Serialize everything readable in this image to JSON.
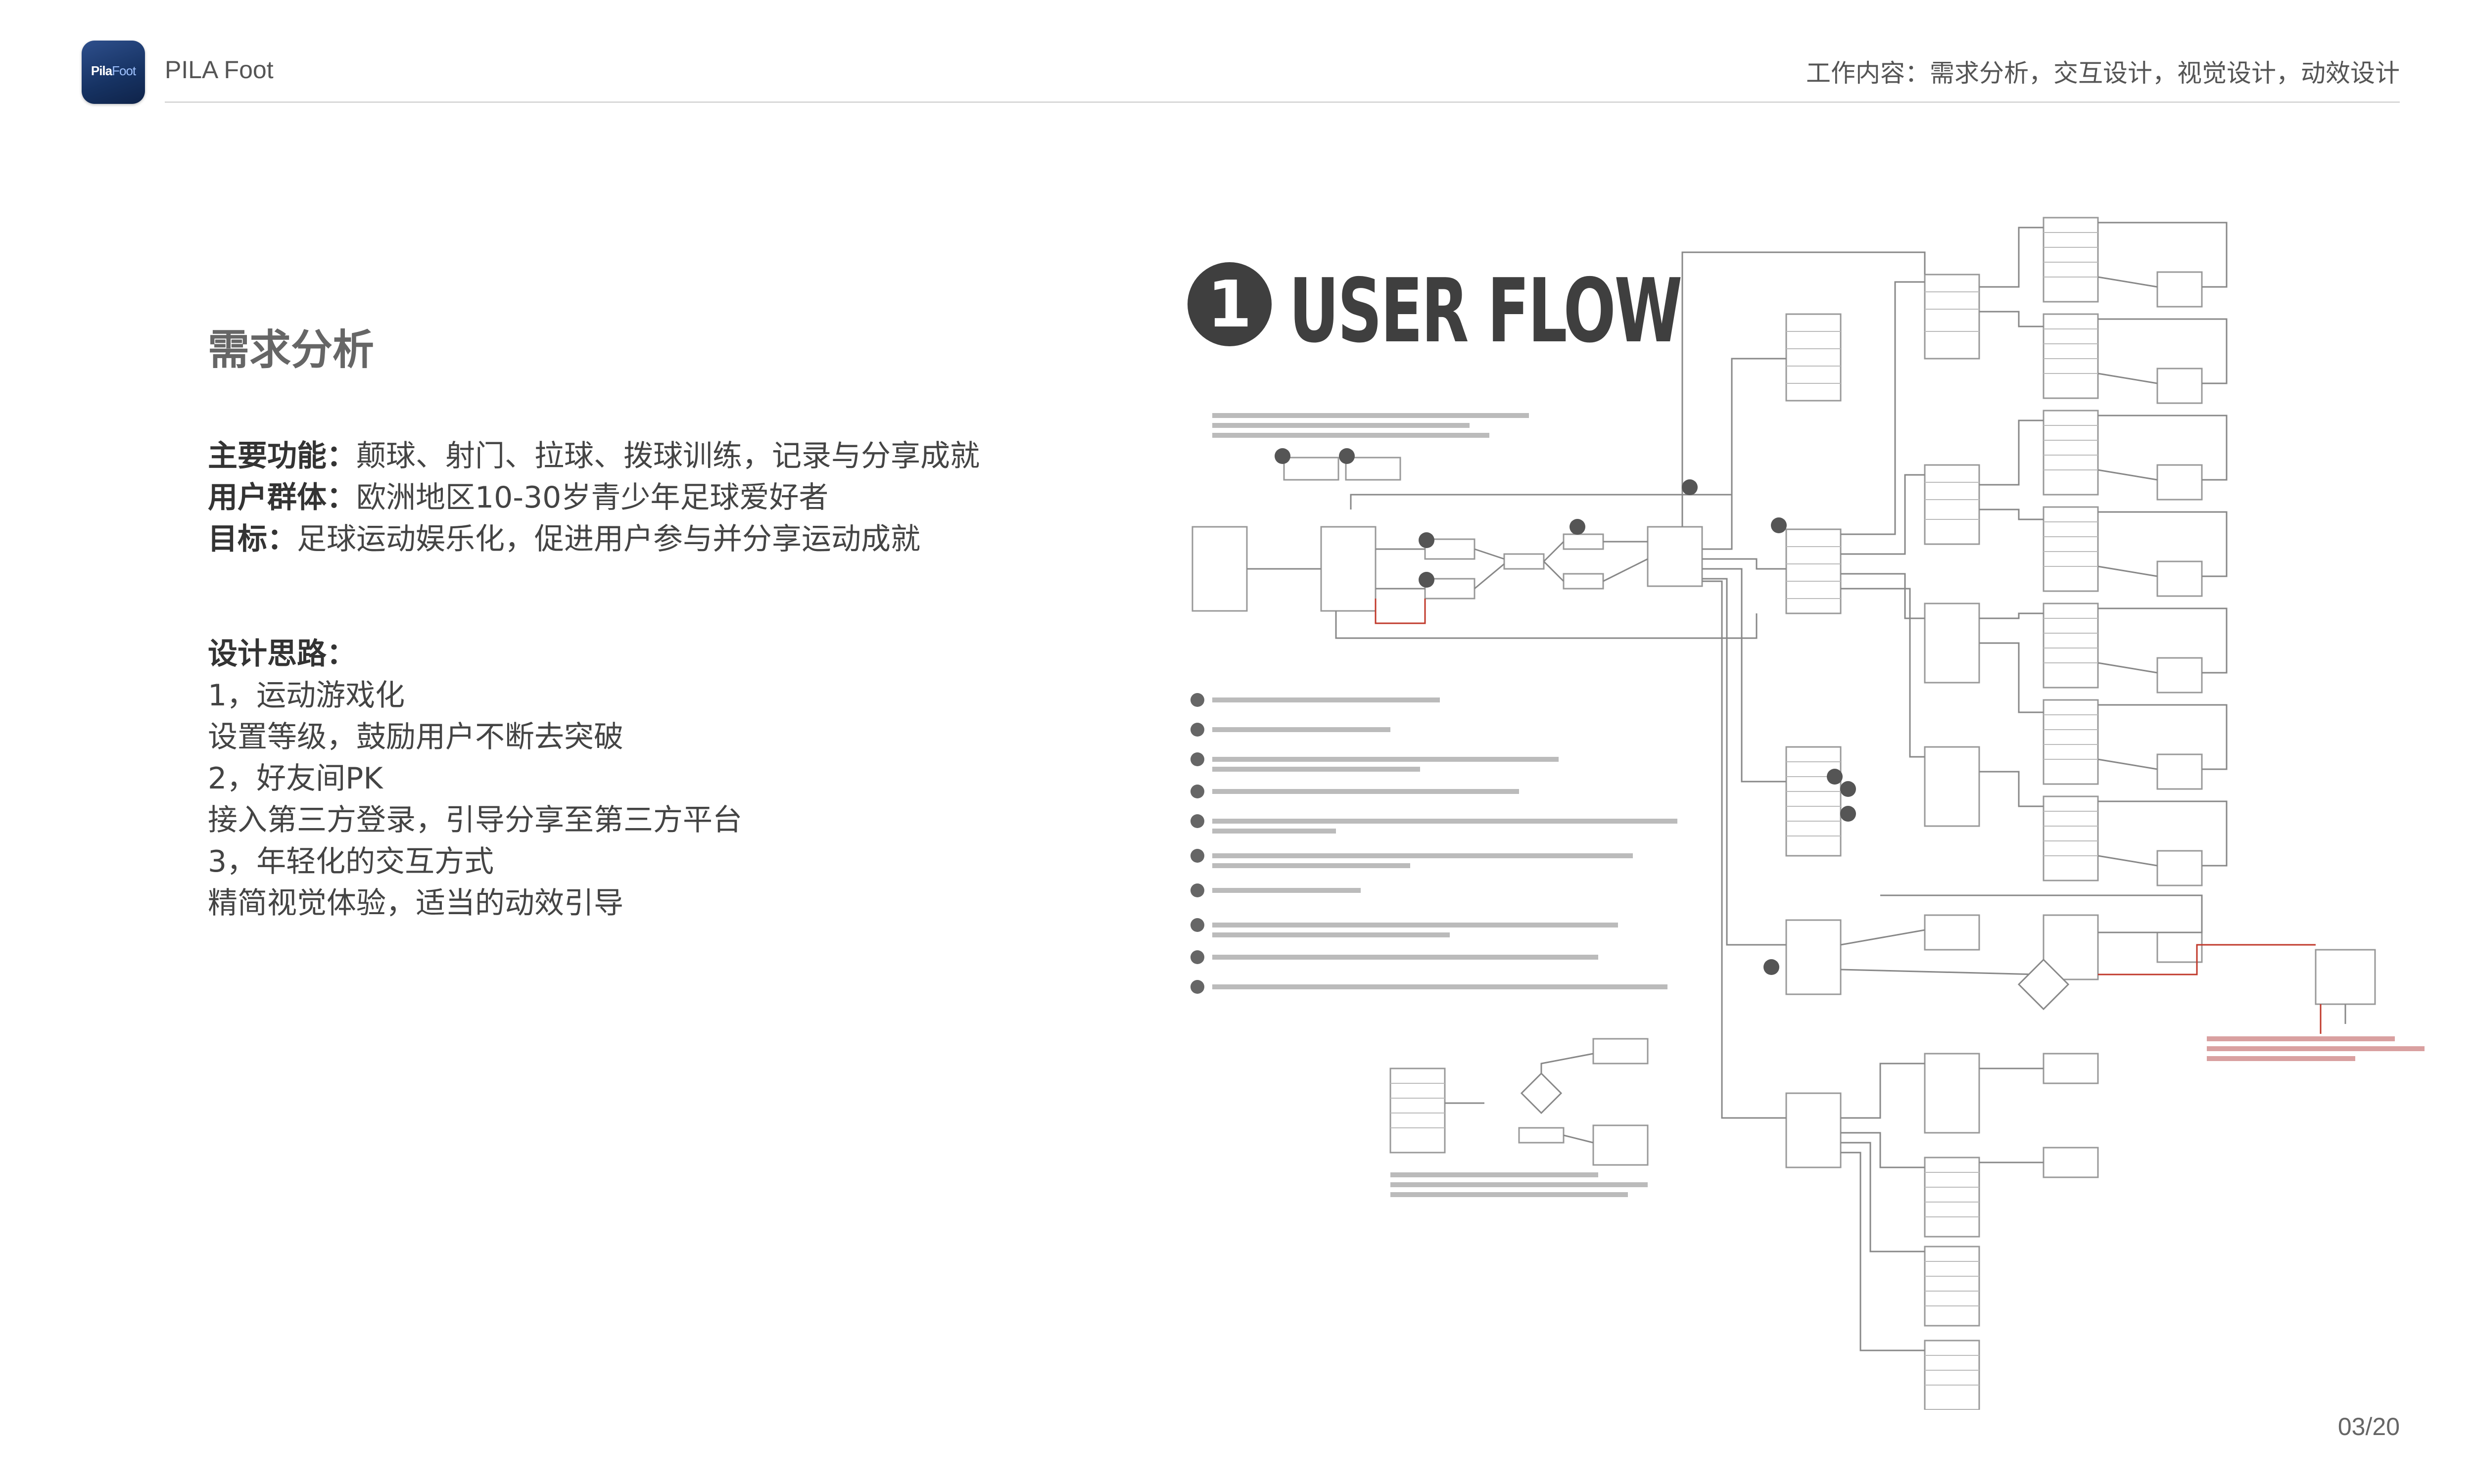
{
  "header": {
    "app_icon_text_a": "Pila",
    "app_icon_text_b": "Foot",
    "app_name": "PILA Foot",
    "work_content": "工作内容：需求分析，交互设计，视觉设计，动效设计"
  },
  "section": {
    "title": "需求分析",
    "requirements": [
      {
        "label": "主要功能：",
        "text": "颠球、射门、拉球、拨球训练，记录与分享成就"
      },
      {
        "label": "用户群体：",
        "text": "欧洲地区10-30岁青少年足球爱好者"
      },
      {
        "label": "目标：",
        "text": "足球运动娱乐化，促进用户参与并分享运动成就"
      }
    ],
    "design_label": "设计思路：",
    "design_lines": [
      "1，运动游戏化",
      "设置等级，鼓励用户不断去突破",
      "2，好友间PK",
      "接入第三方登录，引导分享至第三方平台",
      "3，年轻化的交互方式",
      "精简视觉体验，适当的动效引导"
    ]
  },
  "flow": {
    "number": "1",
    "title": "USER FLOW"
  },
  "page_number": "03/20",
  "colors": {
    "text_dark": "#333333",
    "text_mid": "#555555",
    "flow_dark": "#3f3f3f",
    "accent_red": "#c0392b",
    "icon_blue": "#1e3a6e"
  }
}
